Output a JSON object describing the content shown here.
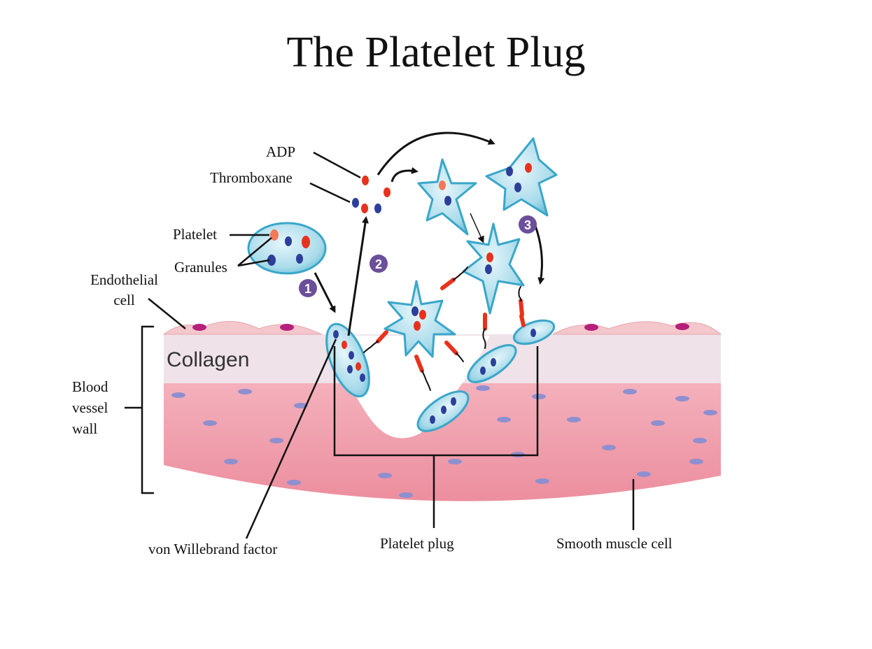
{
  "title": "The Platelet Plug",
  "labels": {
    "adp": "ADP",
    "thromboxane": "Thromboxane",
    "platelet": "Platelet",
    "granules": "Granules",
    "endothelial_cell_line1": "Endothelial",
    "endothelial_cell_line2": "cell",
    "collagen": "Collagen",
    "blood_vessel_wall_line1": "Blood",
    "blood_vessel_wall_line2": "vessel",
    "blood_vessel_wall_line3": "wall",
    "von_willebrand_factor": "von Willebrand factor",
    "platelet_plug": "Platelet plug",
    "smooth_muscle_cell": "Smooth muscle cell"
  },
  "steps": [
    "1",
    "2",
    "3"
  ],
  "colors": {
    "platelet_fill": "#a9dbea",
    "platelet_edge": "#3aa6c9",
    "granule_red": "#e8321e",
    "granule_blue": "#2c3f9a",
    "muscle": "#ee99a6",
    "collagen_layer": "#efe2e8",
    "nucleus": "#8f8fcf",
    "endothelial_nucleus": "#b5207a",
    "step_badge": "#6b4f9a",
    "vwf_red": "#e8321e"
  }
}
